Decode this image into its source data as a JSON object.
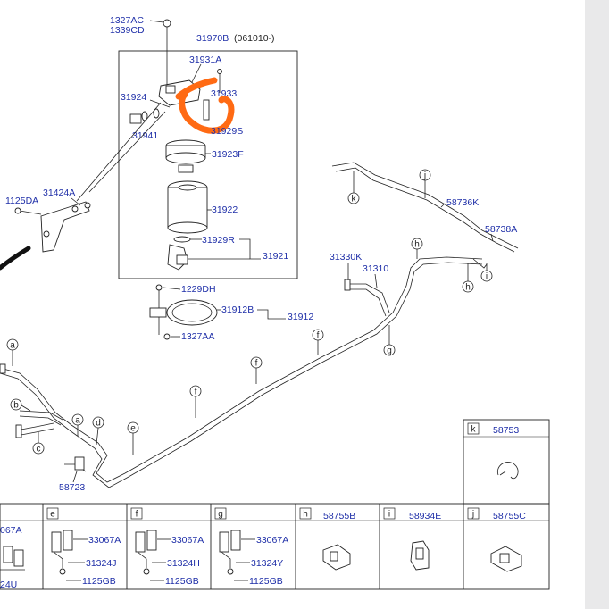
{
  "labels": {
    "p1327AC": "1327AC",
    "p1339CD": "1339CD",
    "p31970B": "31970B",
    "p061010": "(061010-)",
    "p31931A": "31931A",
    "p31933": "31933",
    "p31924": "31924",
    "p31941": "31941",
    "p31929S": "31929S",
    "p31923F": "31923F",
    "p1125DA": "1125DA",
    "p31424A": "31424A",
    "p31922": "31922",
    "p31929R": "31929R",
    "p31921": "31921",
    "p1229DH": "1229DH",
    "p31912B": "31912B",
    "p31912": "31912",
    "p1327AA": "1327AA",
    "p58736K": "58736K",
    "p58738A": "58738A",
    "p31330K": "31330K",
    "p31310": "31310",
    "p58723": "58723"
  },
  "callouts": {
    "a1": "a",
    "a2": "a",
    "b": "b",
    "c": "c",
    "d": "d",
    "e": "e",
    "f1": "f",
    "f2": "f",
    "f3": "f",
    "g": "g",
    "h1": "h",
    "h2": "h",
    "i": "i",
    "j": "j",
    "k": "k"
  },
  "legend": {
    "k": {
      "letter": "k",
      "part": "58753"
    },
    "a": {
      "part1": "067A",
      "part2": "24U"
    },
    "e": {
      "letter": "e",
      "p1": "33067A",
      "p2": "31324J",
      "p3": "1125GB"
    },
    "f": {
      "letter": "f",
      "p1": "33067A",
      "p2": "31324H",
      "p3": "1125GB"
    },
    "g": {
      "letter": "g",
      "p1": "33067A",
      "p2": "31324Y",
      "p3": "1125GB"
    },
    "h": {
      "letter": "h",
      "part": "58755B"
    },
    "i": {
      "letter": "i",
      "part": "58934E"
    },
    "j": {
      "letter": "j",
      "part": "58755C"
    }
  },
  "colors": {
    "part_number": "#1f2fa8",
    "annotation": "#ff6a13",
    "gutter": "#e9e9ea"
  }
}
